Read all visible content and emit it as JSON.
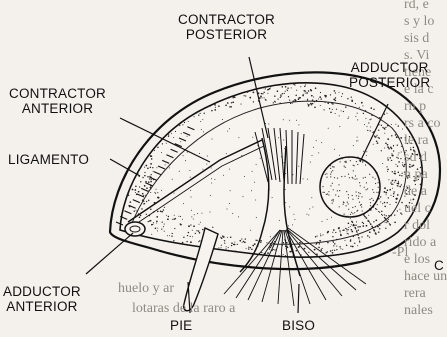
{
  "labels": {
    "contractor_posterior": [
      "CONTRACTOR",
      "POSTERIOR"
    ],
    "adductor_posterior": [
      "ADDUCTOR",
      "POSTERIOR"
    ],
    "contractor_anterior": [
      "CONTRACTOR",
      "ANTERIOR"
    ],
    "ligamento": "LIGAMENTO",
    "adductor_anterior": [
      "ADDUCTOR",
      "ANTERIOR"
    ],
    "pie": "PIE",
    "biso": "BISO",
    "edge_fragment": "C"
  },
  "background_text": {
    "right_column": [
      "rd, e",
      "s y lo",
      "sis d",
      "s. Vi",
      "tiene",
      "e la c",
      "rn p",
      "rs a co",
      "le ra",
      "sd d",
      "n pa",
      "de a",
      "uel c",
      "r dol",
      "rido a",
      "e los",
      "hace un",
      "rera",
      "nales"
    ],
    "bottom_lines": [
      "-Pl",
      "huelo y ar",
      "lotaras de la raro a"
    ]
  },
  "colors": {
    "paper": "#f4f1ec",
    "ink": "#111111",
    "faded_text": "#8e8a84"
  }
}
